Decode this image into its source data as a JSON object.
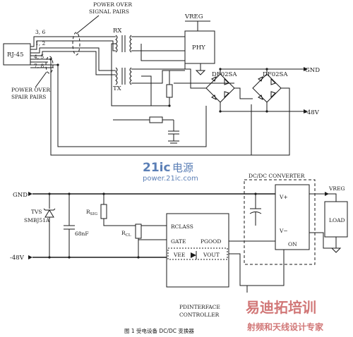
{
  "top": {
    "power_over_signal_pairs": [
      "POWER OVER",
      "SIGNAL PAIRS"
    ],
    "power_over_spair_pairs": [
      "POWER OVER",
      "SPAIR PAIRS"
    ],
    "rj45": "RJ-45",
    "pins": {
      "p36": "3, 6",
      "p12": "1, 2",
      "p45": "4, 5",
      "p78": "7, 8"
    },
    "rx": "RX",
    "tx": "TX",
    "vreg": "VREG",
    "phy": "PHY",
    "bridge1": "DF02SA",
    "bridge2": "DF02SA",
    "gnd": "GND",
    "neg48": "-48V"
  },
  "watermark": {
    "brand_21ic": "21ic",
    "brand_cn": "电源",
    "url": "power.21ic.com",
    "training_cn": "易迪拓培训",
    "training_sub": "射频和天线设计专家"
  },
  "bottom": {
    "gnd": "GND",
    "neg48": "-48V",
    "tvs": [
      "TVS",
      "SMBJ51A"
    ],
    "cap": "68nF",
    "rsig": "R",
    "rsig_sub": "SIG",
    "rcl": "R",
    "rcl_sub": "CL",
    "rclass": "RCLASS",
    "gate": "GATE",
    "pgood": "PGOOD",
    "vee": "VEE",
    "vout": "VOUT",
    "controller": [
      "PDINTERFACE",
      "CONTROLLER"
    ],
    "dcdc_title": "DC/DC CONVERTER",
    "vplus": "V+",
    "vminus": "V−",
    "on": "ON",
    "vreg": "VREG",
    "load": "LOAD"
  },
  "caption": "图 1  受电设备 DC/DC 变换器"
}
